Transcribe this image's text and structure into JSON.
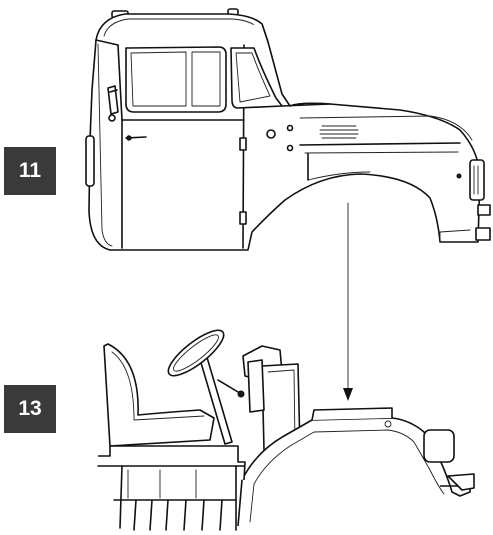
{
  "steps": {
    "step_a": {
      "label": "11"
    },
    "step_b": {
      "label": "13"
    }
  },
  "colors": {
    "badge_background": "#3a3a3a",
    "badge_text": "#ffffff",
    "line": "#111111"
  },
  "icons": [
    "truck-cab-drawing",
    "cab-interior-frame-drawing",
    "down-arrow-icon"
  ]
}
